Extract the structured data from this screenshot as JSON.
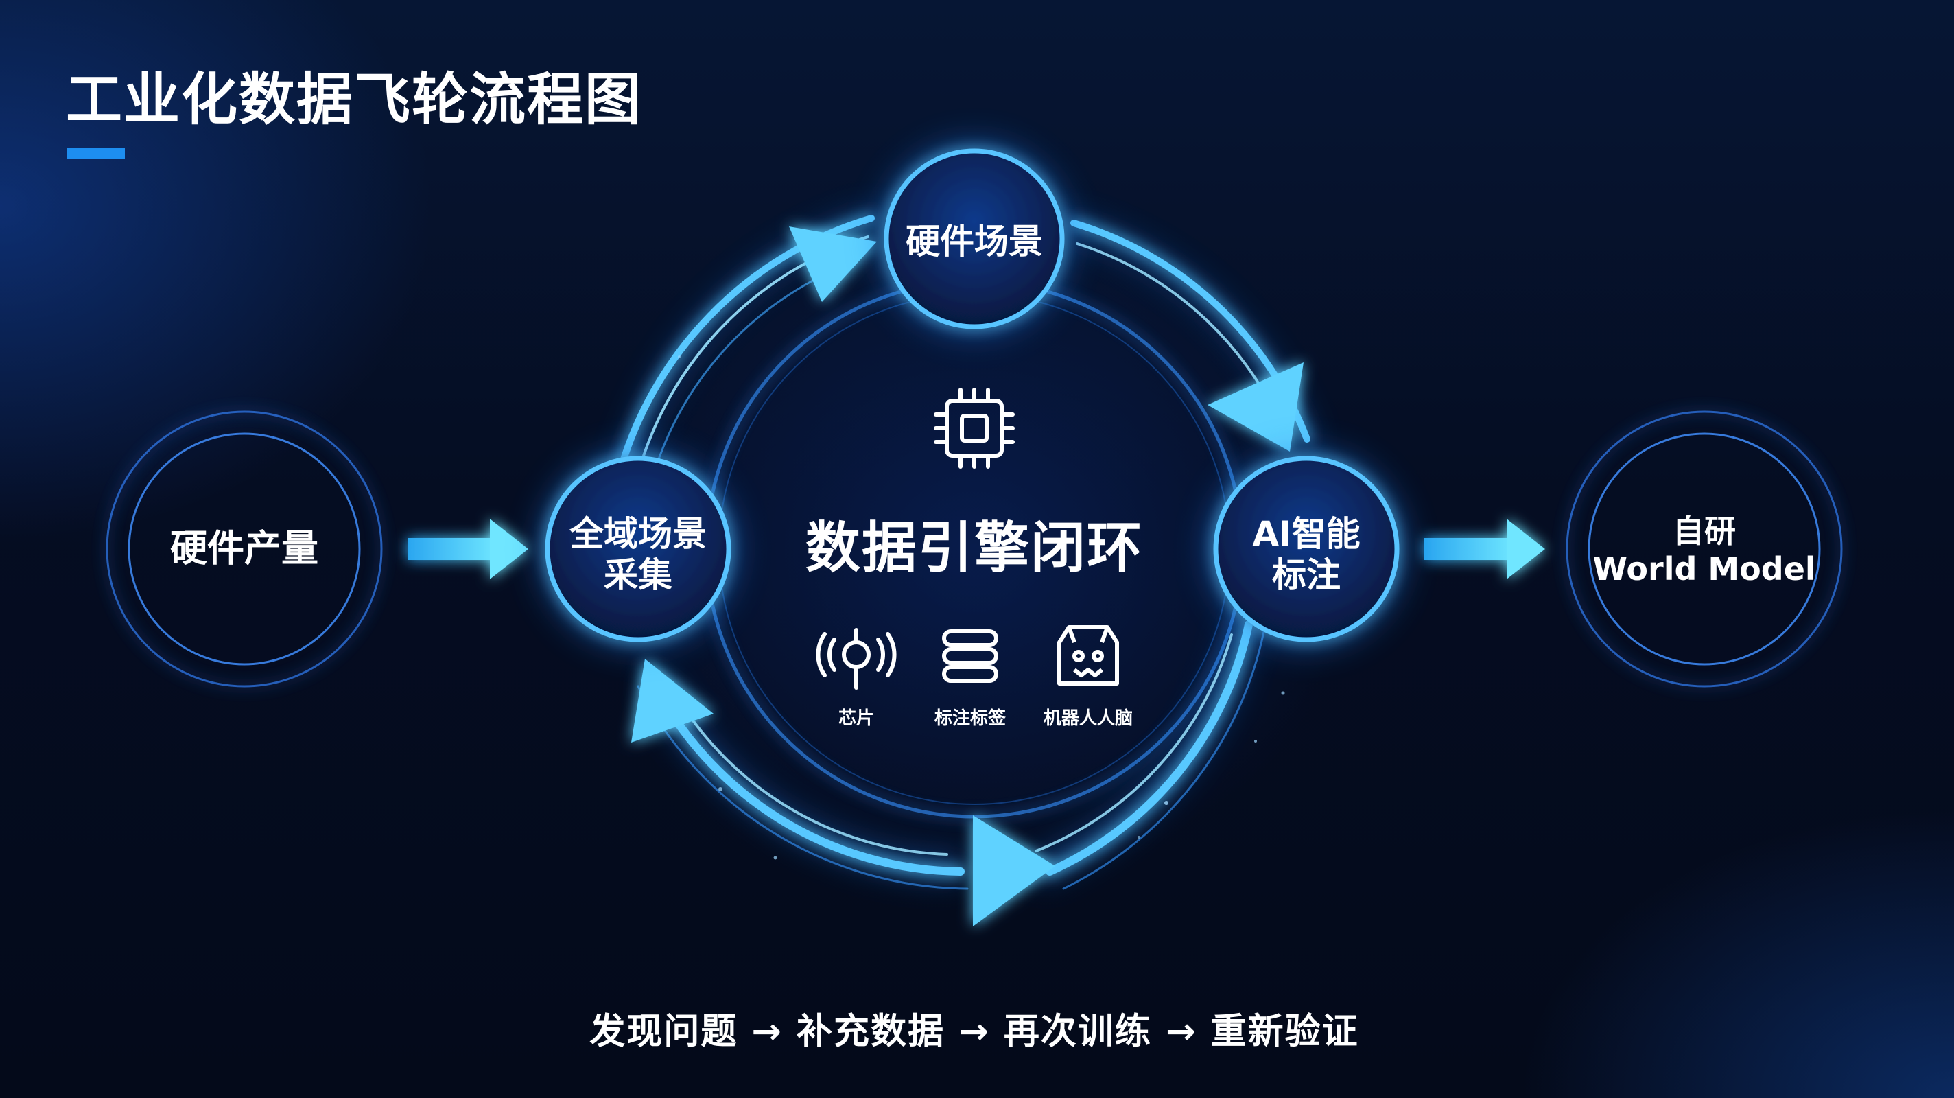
{
  "title": "工业化数据飞轮流程图",
  "nodes": {
    "hardware_output": "硬件产量",
    "domain_capture": [
      "全域场景",
      "采集"
    ],
    "hardware_scene": "硬件场景",
    "ai_labeling": [
      "AI智能",
      "标注"
    ],
    "world_model": [
      "自研",
      "World Model"
    ]
  },
  "center": {
    "title": "数据引擎闭环",
    "items": [
      {
        "icon": "signal-icon",
        "label": "芯片"
      },
      {
        "icon": "layers-icon",
        "label": "标注标签"
      },
      {
        "icon": "robot-icon",
        "label": "机器人人脑"
      }
    ]
  },
  "bottom_flow": "发现问题 → 补充数据 → 再次训练 → 重新验证",
  "colors": {
    "accent": "#1d8ef0",
    "glow": "#3fb4ff",
    "arrow": "#3fd0ff",
    "node_fill": "#0a2a66"
  }
}
